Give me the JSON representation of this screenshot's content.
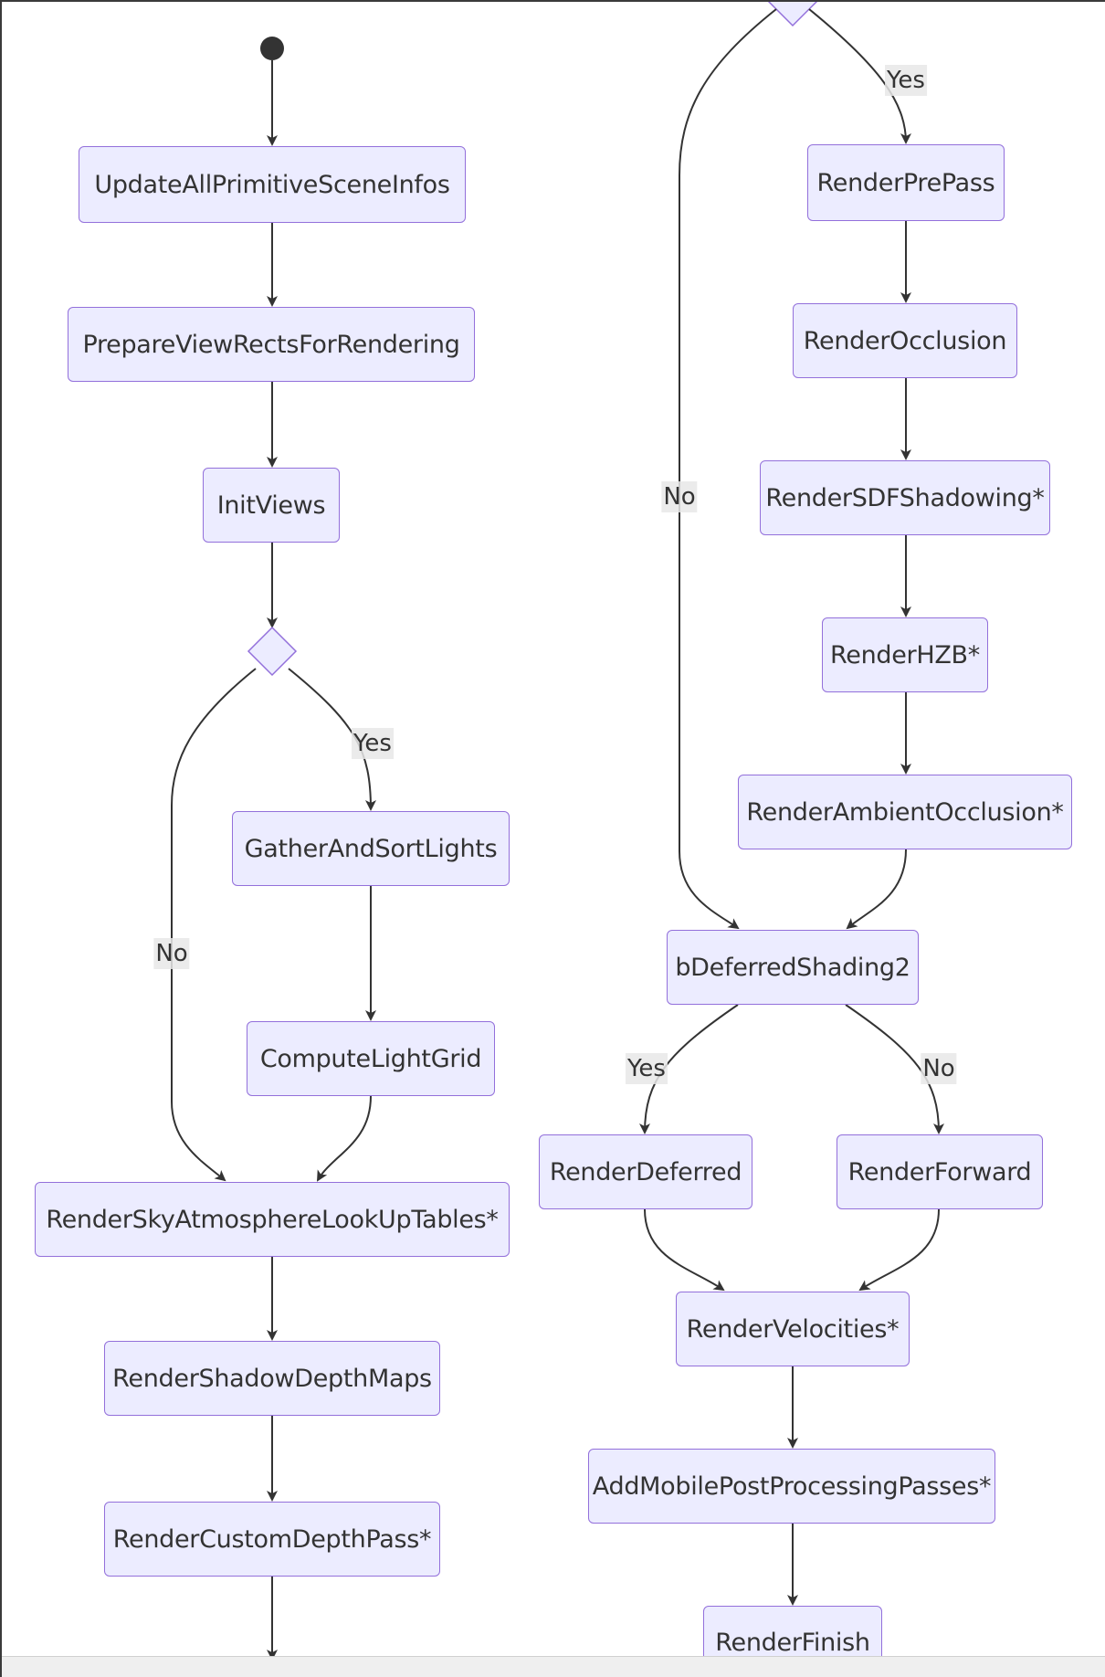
{
  "diagram": {
    "nodes": {
      "update_all_primitive": "UpdateAllPrimitiveSceneInfos",
      "prepare_view_rects": "PrepareViewRectsForRendering",
      "init_views": "InitViews",
      "gather_sort_lights": "GatherAndSortLights",
      "compute_light_grid": "ComputeLightGrid",
      "render_sky_atmosphere": "RenderSkyAtmosphereLookUpTables*",
      "render_shadow_depth": "RenderShadowDepthMaps",
      "render_custom_depth": "RenderCustomDepthPass*",
      "render_prepass": "RenderPrePass",
      "render_occlusion": "RenderOcclusion",
      "render_sdf_shadowing": "RenderSDFShadowing*",
      "render_hzb": "RenderHZB*",
      "render_ambient_occlusion": "RenderAmbientOcclusion*",
      "b_deferred_shading2": "bDeferredShading2",
      "render_deferred": "RenderDeferred",
      "render_forward": "RenderForward",
      "render_velocities": "RenderVelocities*",
      "add_mobile_post": "AddMobilePostProcessingPasses*",
      "render_finish": "RenderFinish"
    },
    "edge_labels": {
      "left_yes": "Yes",
      "left_no": "No",
      "right_top_yes": "Yes",
      "right_top_no": "No",
      "deferred_yes": "Yes",
      "deferred_no": "No"
    },
    "colors": {
      "node_fill": "#ECECFF",
      "node_border": "#9370DB",
      "edge": "#333333",
      "text": "#333333"
    }
  }
}
